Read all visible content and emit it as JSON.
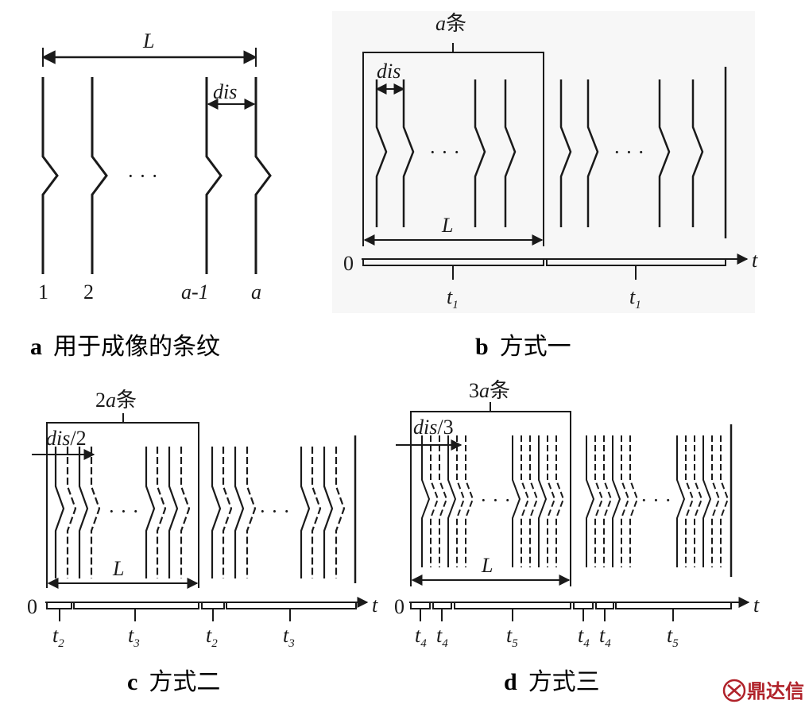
{
  "panel_a": {
    "top_label": "L",
    "dis_label": "dis",
    "ellipsis": "· · ·",
    "line_labels": [
      "1",
      "2",
      "a-1",
      "a"
    ],
    "caption_letter": "a",
    "caption_text": "用于成像的条纹"
  },
  "panel_b": {
    "count_label_var": "a",
    "count_label_suffix": "条",
    "dis_label": "dis",
    "l_label": "L",
    "ellipsis": "· · ·",
    "zero": "0",
    "axis_t": "t",
    "time_base": "t",
    "time_sub": [
      "1",
      "1"
    ],
    "caption_letter": "b",
    "caption_text": "方式一"
  },
  "panel_c": {
    "count_label_num": "2",
    "count_label_var": "a",
    "count_label_suffix": "条",
    "dis_label": "dis",
    "dis_suffix": "/2",
    "l_label": "L",
    "ellipsis": "· · ·",
    "zero": "0",
    "axis_t": "t",
    "time_base": "t",
    "time_sub": [
      "2",
      "3",
      "2",
      "3"
    ],
    "caption_letter": "c",
    "caption_text": "方式二"
  },
  "panel_d": {
    "count_label_num": "3",
    "count_label_var": "a",
    "count_label_suffix": "条",
    "dis_label": "dis",
    "dis_suffix": "/3",
    "l_label": "L",
    "ellipsis": "· · ·",
    "zero": "0",
    "axis_t": "t",
    "time_base": "t",
    "time_sub": [
      "4",
      "4",
      "5",
      "4",
      "4",
      "5"
    ],
    "caption_letter": "d",
    "caption_text": "方式三"
  },
  "watermark": {
    "text": "鼎达信",
    "logo_color": "#b0222a"
  }
}
